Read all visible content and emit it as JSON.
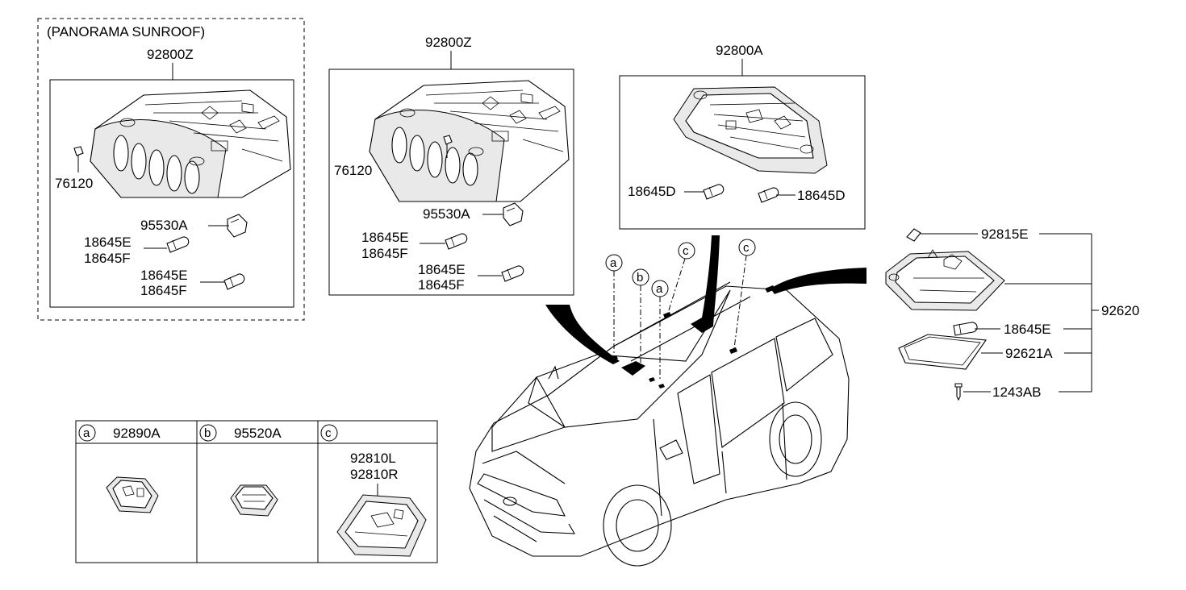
{
  "panorama_group": {
    "title": "(PANORAMA SUNROOF)",
    "assembly": "92800Z",
    "labels": {
      "clip": "76120",
      "switch": "95530A",
      "bulb1_a": "18645E",
      "bulb1_b": "18645F",
      "bulb2_a": "18645E",
      "bulb2_b": "18645F"
    }
  },
  "standard_group": {
    "assembly": "92800Z",
    "labels": {
      "clip": "76120",
      "switch": "95530A",
      "bulb1_a": "18645E",
      "bulb1_b": "18645F",
      "bulb2_a": "18645E",
      "bulb2_b": "18645F"
    }
  },
  "group_a": {
    "assembly": "92800A",
    "labels": {
      "bulb1": "18645D",
      "bulb2": "18645D"
    }
  },
  "room_lamp": {
    "labels": {
      "cover_clip": "92815E",
      "assembly": "92620",
      "bulb": "18645E",
      "lens": "92621A",
      "screw": "1243AB"
    }
  },
  "callouts": [
    "a",
    "b",
    "a",
    "c",
    "c"
  ],
  "legend_table": {
    "cells": [
      {
        "key": "a",
        "parts": [
          "92890A"
        ]
      },
      {
        "key": "b",
        "parts": [
          "95520A"
        ]
      },
      {
        "key": "c",
        "parts": [
          "92810L",
          "92810R"
        ]
      }
    ]
  },
  "icons": {
    "overhead-console": "overhead-console-icon",
    "bulb": "wedge-bulb-icon",
    "switch": "switch-icon",
    "clip": "clip-icon",
    "car": "suv-car-icon",
    "screw": "screw-icon",
    "lens": "lamp-lens-icon"
  }
}
